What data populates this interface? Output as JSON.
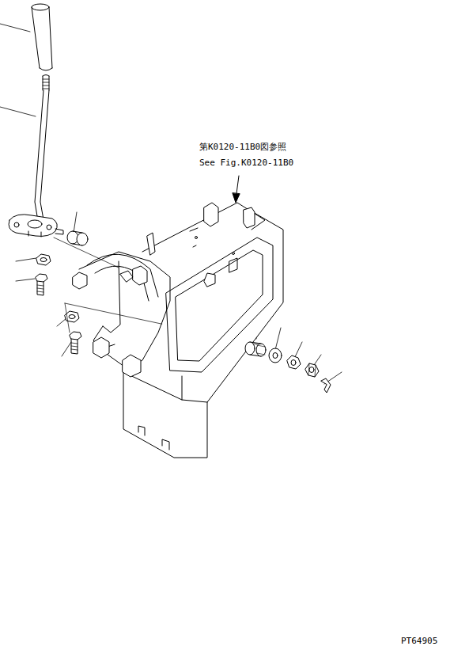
{
  "diagram": {
    "labels": [
      "第K0120-11B0図参照",
      "See Fig.K0120-11B0",
      "PT64905"
    ]
  }
}
